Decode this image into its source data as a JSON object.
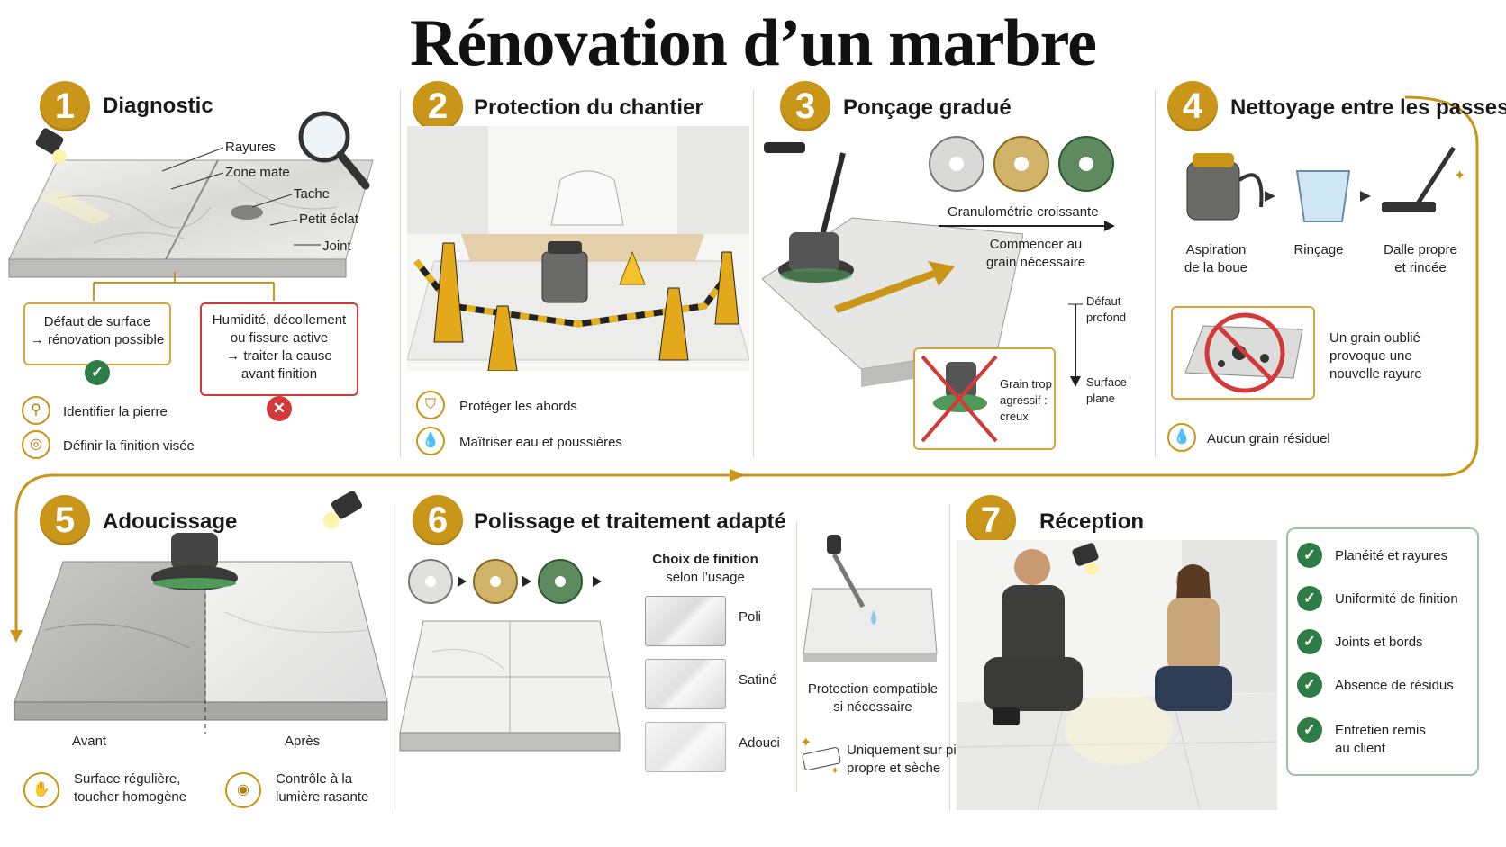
{
  "title": "Rénovation d’un marbre",
  "colors": {
    "gold": "#c9961a",
    "ok_green": "#2f7d46",
    "bad_red": "#d23a3a",
    "check_border": "#9cc3a4"
  },
  "steps": [
    {
      "number": "1",
      "title": "Diagnostic"
    },
    {
      "number": "2",
      "title": "Protection du chantier"
    },
    {
      "number": "3",
      "title": "Ponçage gradué"
    },
    {
      "number": "4",
      "title": "Nettoyage entre les passes"
    },
    {
      "number": "5",
      "title": "Adoucissage"
    },
    {
      "number": "6",
      "title": "Polissage et traitement adapté"
    },
    {
      "number": "7",
      "title": "Réception"
    }
  ],
  "diagnostic": {
    "callouts": [
      "Rayures",
      "Zone mate",
      "Tache",
      "Petit éclat",
      "Joint"
    ],
    "ok_box": [
      "Défaut de surface",
      "→ rénovation possible"
    ],
    "bad_box": [
      "Humidité, décollement",
      "ou fissure active",
      "→ traiter la cause",
      "avant finition"
    ],
    "ok_mark": "✓",
    "bad_mark": "✕",
    "actions": [
      {
        "icon": "magnifier-icon",
        "label": "Identifier la pierre"
      },
      {
        "icon": "target-icon",
        "label": "Définir la finition visée"
      }
    ]
  },
  "protection": {
    "actions": [
      {
        "icon": "shield-icon",
        "label": "Protéger les abords"
      },
      {
        "icon": "drop-icon",
        "label": "Maîtriser eau et poussières"
      }
    ]
  },
  "poncage": {
    "grit_caption": "Granulométrie croissante",
    "start_note": [
      "Commencer au",
      "grain nécessaire"
    ],
    "warning": [
      "Grain trop",
      "agressif :",
      "creux"
    ],
    "depth_top": [
      "Défaut",
      "profond"
    ],
    "depth_bottom": [
      "Surface",
      "plane"
    ]
  },
  "nettoyage": {
    "steps": [
      {
        "icon": "vacuum-icon",
        "label": [
          "Aspiration",
          "de la boue"
        ]
      },
      {
        "icon": "bucket-icon",
        "label": [
          "Rinçage"
        ]
      },
      {
        "icon": "mop-icon",
        "label": [
          "Dalle propre",
          "et rincée"
        ]
      }
    ],
    "warning": [
      "Un grain oublié",
      "provoque une",
      "nouvelle rayure"
    ],
    "bottom_action": {
      "icon": "drop-icon",
      "label": "Aucun grain résiduel"
    }
  },
  "adoucissage": {
    "before": "Avant",
    "after": "Après",
    "actions": [
      {
        "icon": "hand-icon",
        "label": [
          "Surface régulière,",
          "toucher homogène"
        ]
      },
      {
        "icon": "eye-icon",
        "label": [
          "Contrôle à la",
          "lumière rasante"
        ]
      }
    ]
  },
  "polissage": {
    "finish_heading": [
      "Choix de finition",
      "selon l’usage"
    ],
    "finishes": [
      "Poli",
      "Satiné",
      "Adouci"
    ],
    "protection_note": [
      "Protection compatible",
      "si nécessaire"
    ],
    "clean_note": [
      "Uniquement sur pierre",
      "propre et sèche"
    ]
  },
  "reception": {
    "checklist": [
      [
        "Planéité et rayures"
      ],
      [
        "Uniformité de finition"
      ],
      [
        "Joints et bords"
      ],
      [
        "Absence de résidus"
      ],
      [
        "Entretien remis",
        "au client"
      ]
    ]
  }
}
